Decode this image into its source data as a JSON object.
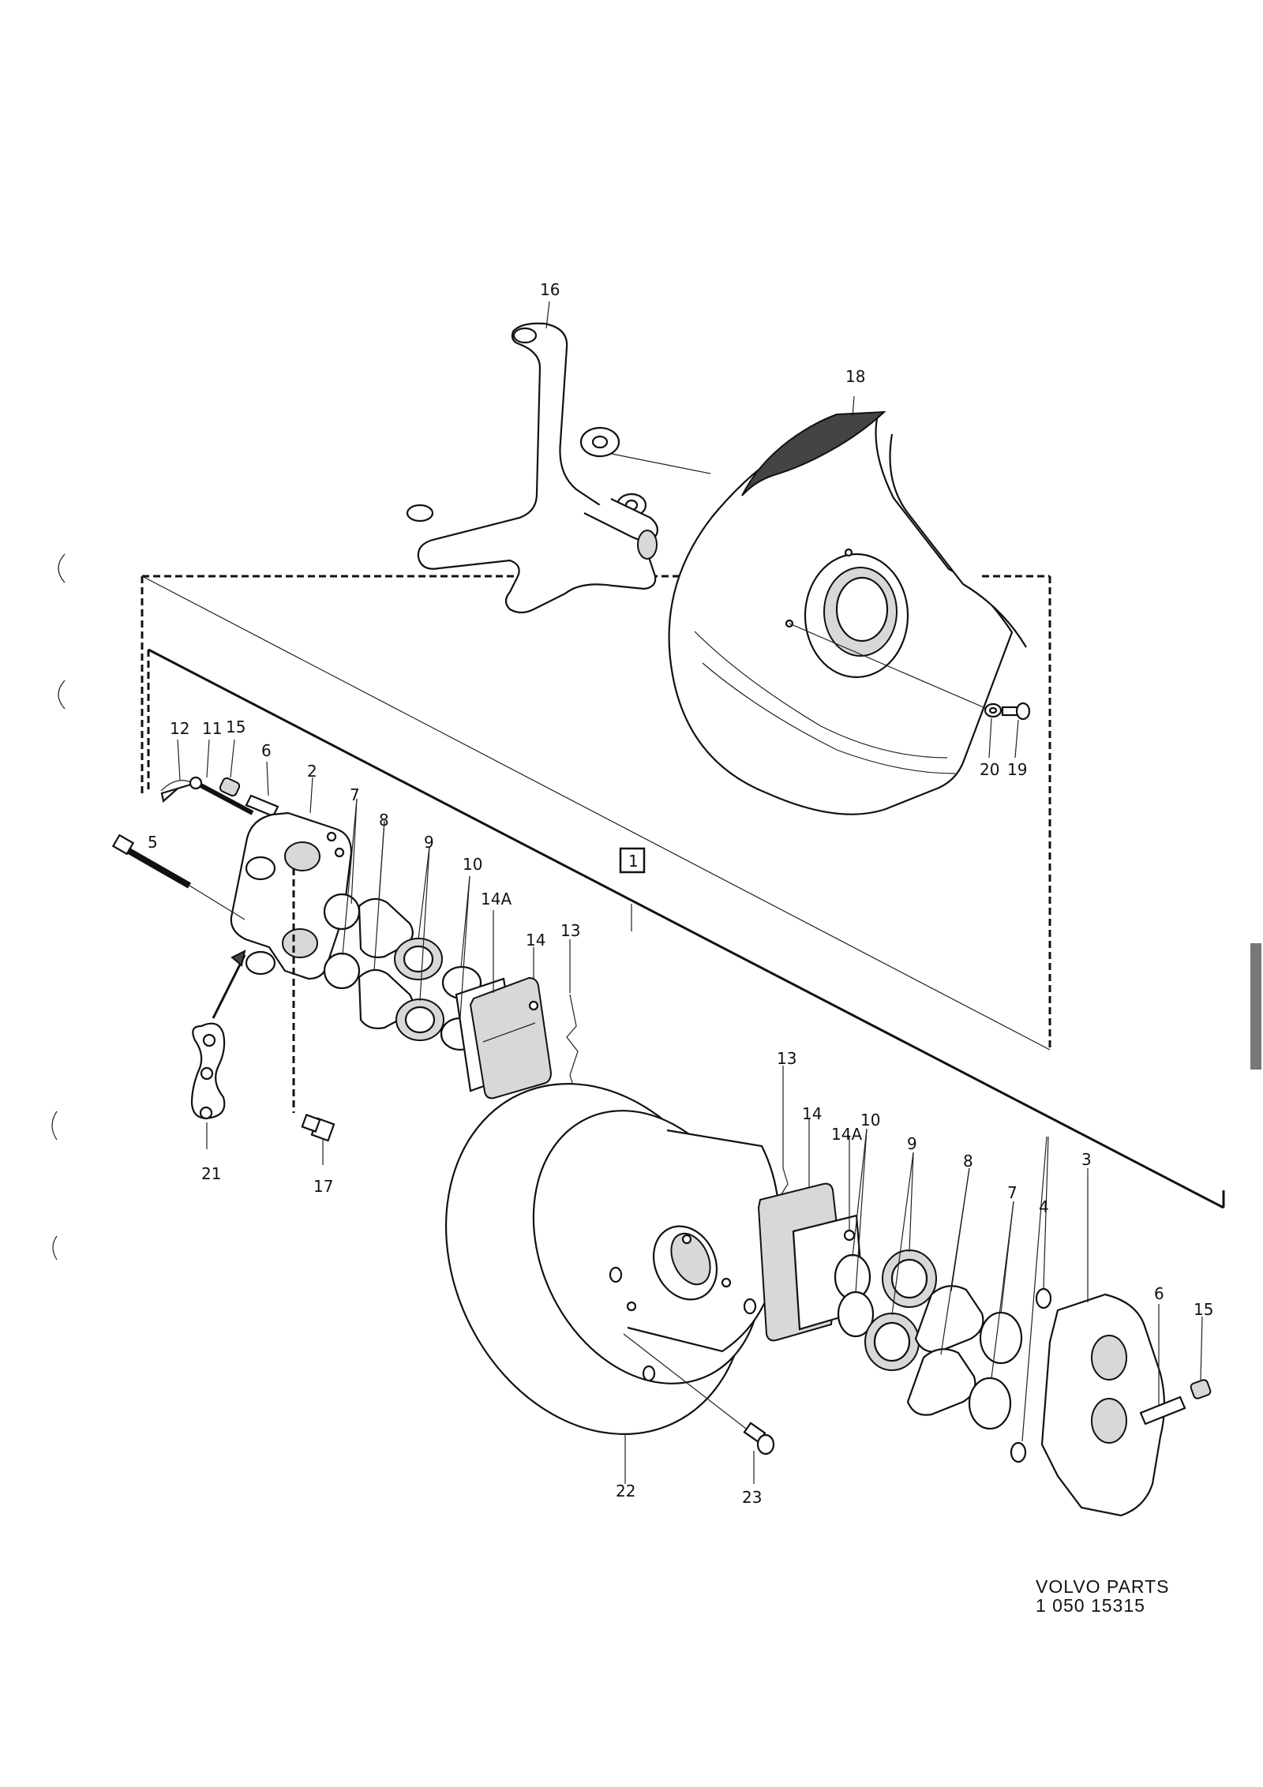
{
  "callouts": {
    "c16": "16",
    "c18": "18",
    "c20": "20",
    "c19": "19",
    "c12": "12",
    "c11": "11",
    "c15a": "15",
    "c6a": "6",
    "c2": "2",
    "c7a": "7",
    "c8a": "8",
    "c9a": "9",
    "c10a": "10",
    "c14Aa": "14A",
    "c14a": "14",
    "c13a": "13",
    "c5": "5",
    "c21": "21",
    "c17": "17",
    "c1": "1",
    "c13b": "13",
    "c14b": "14",
    "c14Ab": "14A",
    "c10b": "10",
    "c9b": "9",
    "c8b": "8",
    "c7b": "7",
    "c4": "4",
    "c3": "3",
    "c6b": "6",
    "c15b": "15",
    "c22": "22",
    "c23": "23"
  },
  "footer": {
    "line1": "VOLVO PARTS",
    "line2": "1 050 15315"
  }
}
